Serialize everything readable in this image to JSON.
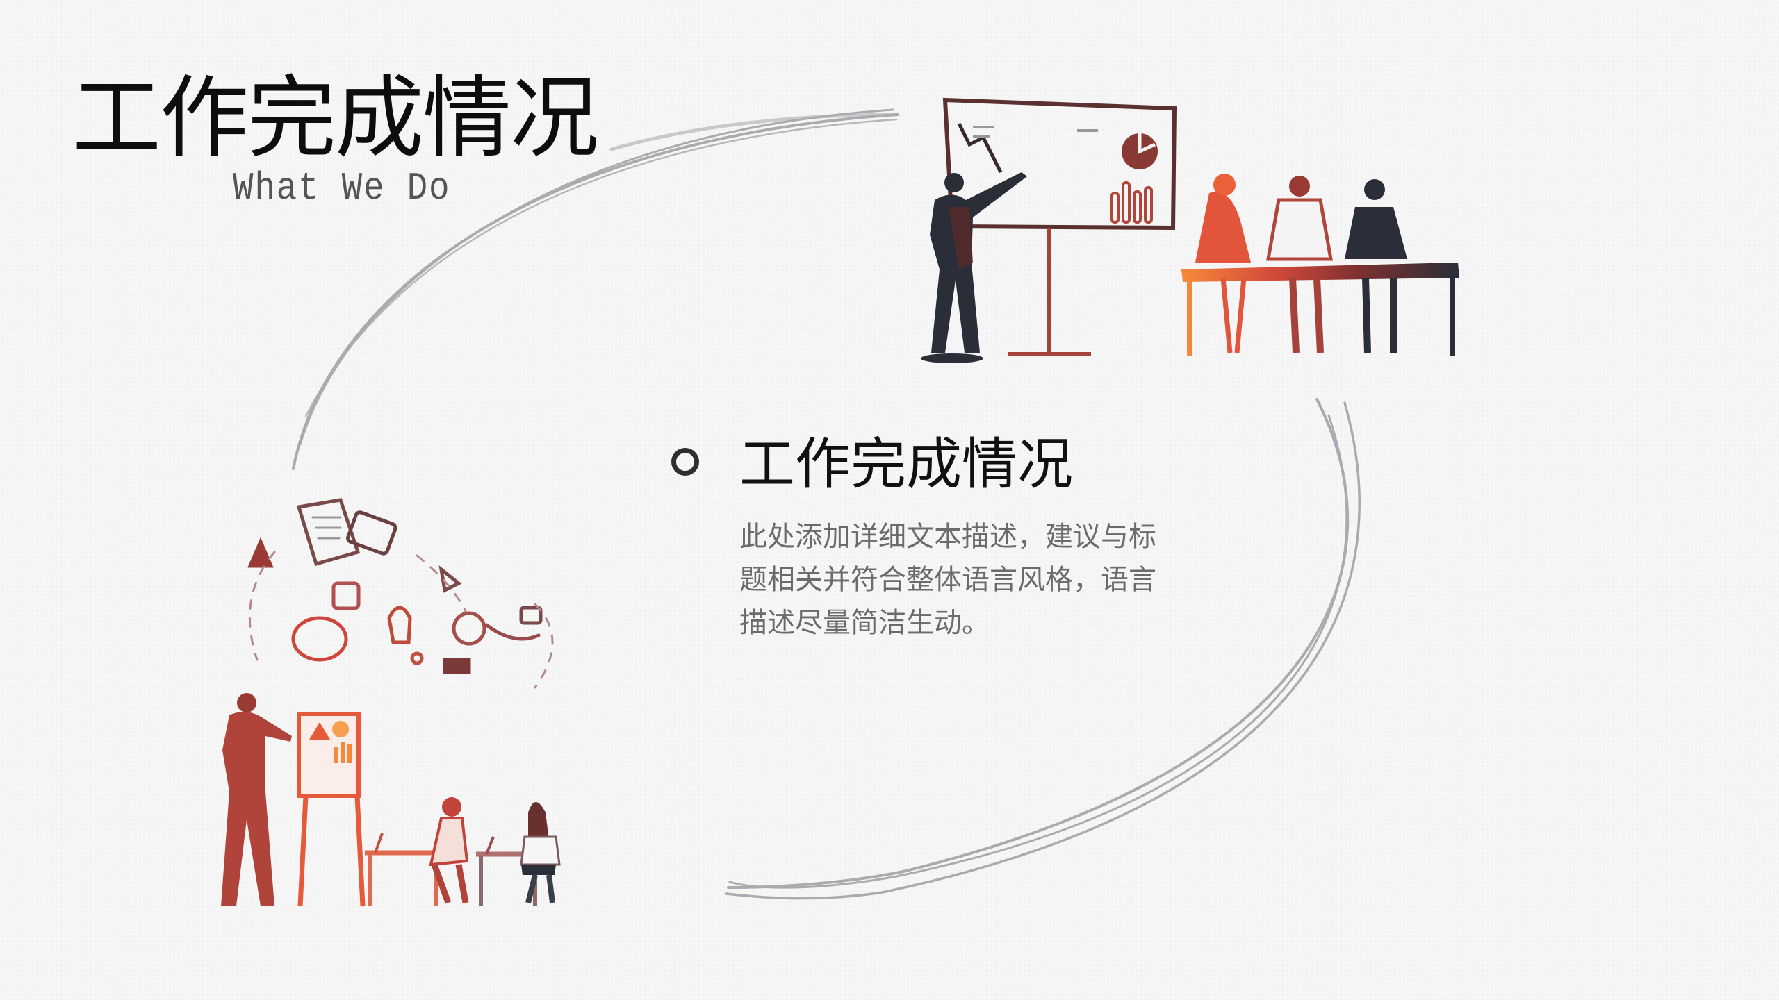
{
  "slide": {
    "title": "工作完成情况",
    "subtitle": "What We Do",
    "section": {
      "heading": "工作完成情况",
      "body_lines": [
        "此处添加详细文本描述，建议与标",
        "题相关并符合整体语言风格，语言",
        "描述尽量简洁生动。"
      ]
    },
    "colors": {
      "background": "#f5f5f5",
      "title": "#0d0d0d",
      "subtitle": "#555555",
      "body": "#6b6b6b",
      "arc_stroke": "#a9abae",
      "accent_orange": "#f07a3a",
      "accent_red": "#c0443a",
      "accent_maroon": "#7a3030",
      "accent_dark": "#2a2e38"
    },
    "illustrations": [
      {
        "name": "presentation-meeting-illustration",
        "description": "presenter pointing at chart board with three people seated at table"
      },
      {
        "name": "team-brainstorm-illustration",
        "description": "presenter at flipchart, two people at laptops, floating idea icons"
      }
    ],
    "icons": {
      "bullet": "ring-bullet-icon"
    }
  }
}
